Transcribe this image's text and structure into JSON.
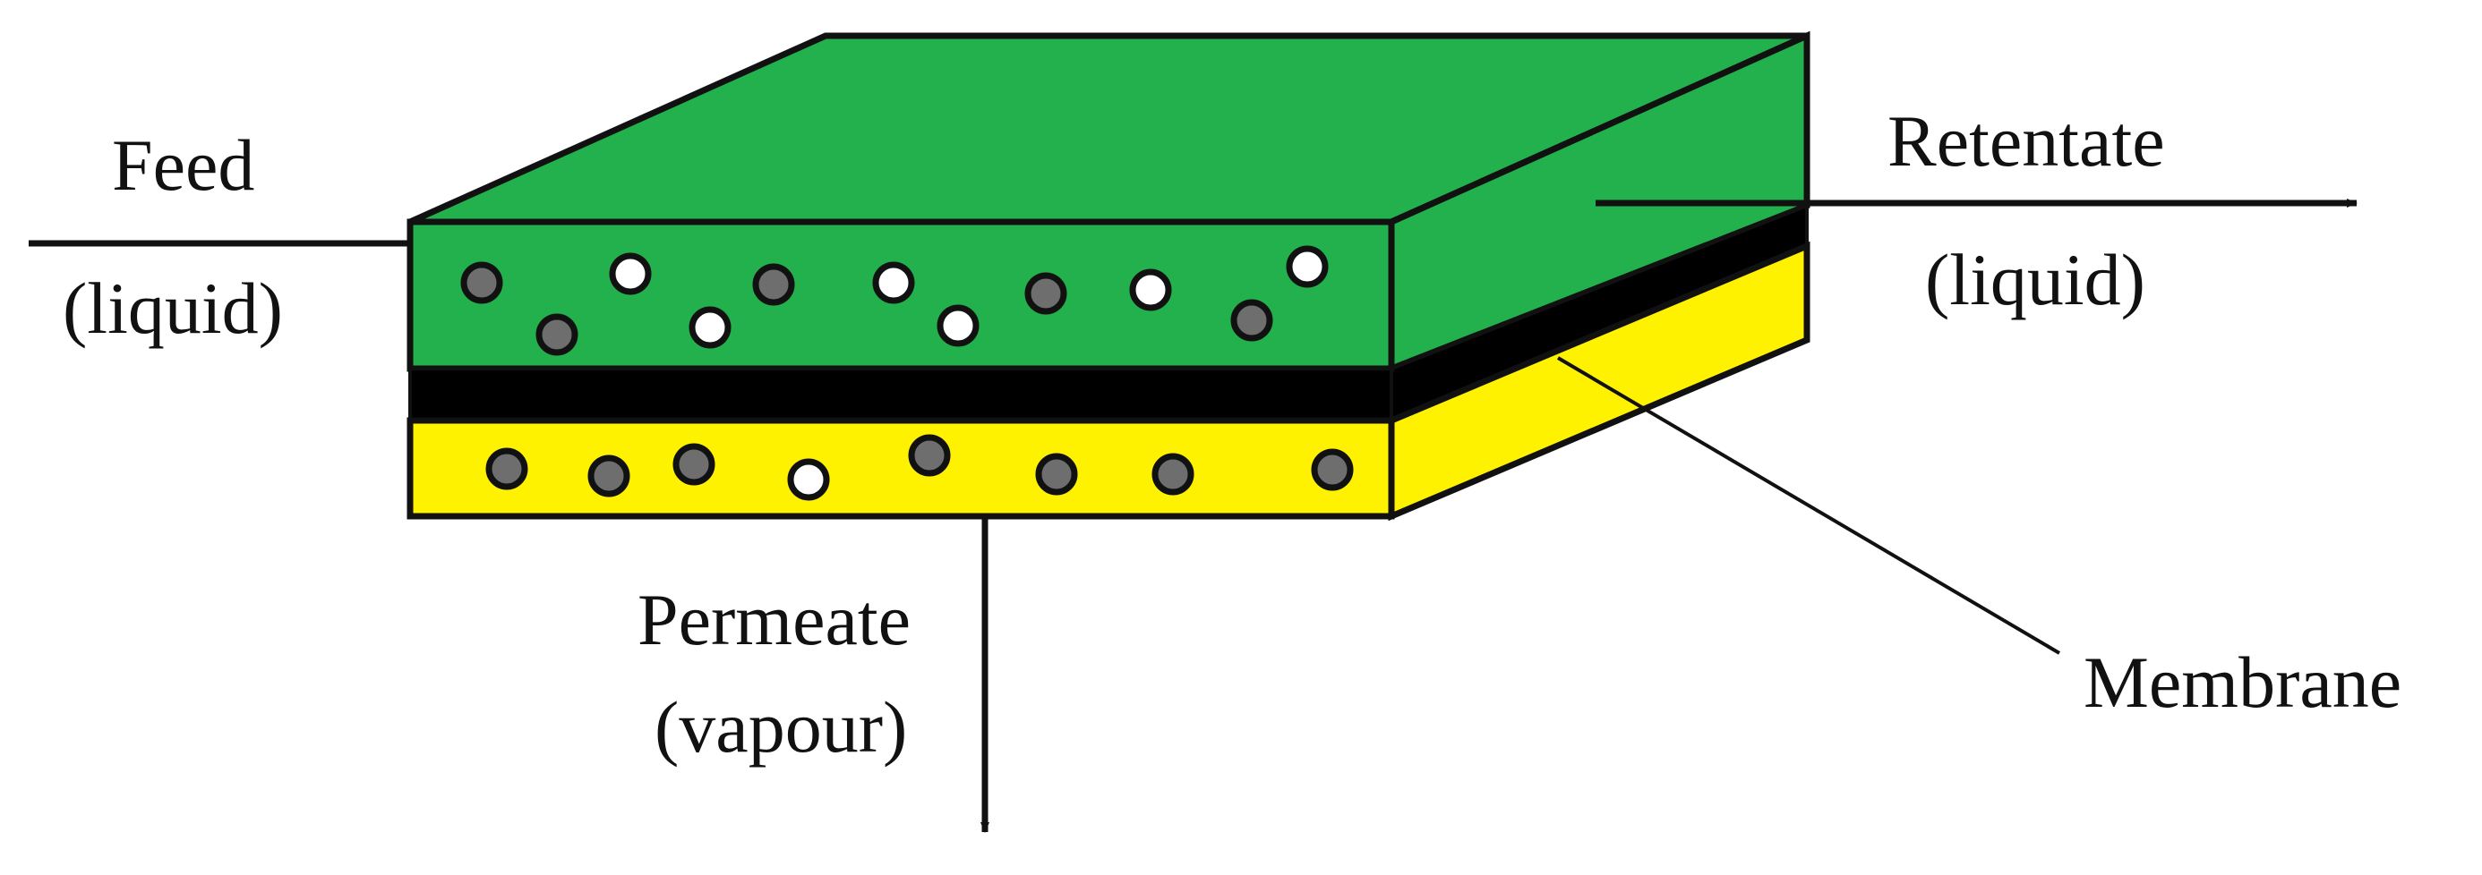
{
  "labels": {
    "feed": "Feed",
    "feed_phase": "(liquid)",
    "retentate": "Retentate",
    "retentate_phase": "(liquid)",
    "permeate": "Permeate",
    "permeate_phase": "(vapour)",
    "membrane": "Membrane"
  },
  "colors": {
    "feed_layer": "#22B14C",
    "membrane": "#000000",
    "permeate_layer": "#FFF200",
    "dark_particle": "#6E6E6E",
    "light_particle": "#FFFFFF",
    "outline": "#111111"
  },
  "particles": {
    "feed_layer": [
      "dark",
      "dark",
      "light",
      "light",
      "dark",
      "light",
      "light",
      "dark",
      "light",
      "dark",
      "light"
    ],
    "permeate_layer": [
      "dark",
      "dark",
      "dark",
      "light",
      "dark",
      "dark",
      "dark",
      "dark"
    ]
  }
}
